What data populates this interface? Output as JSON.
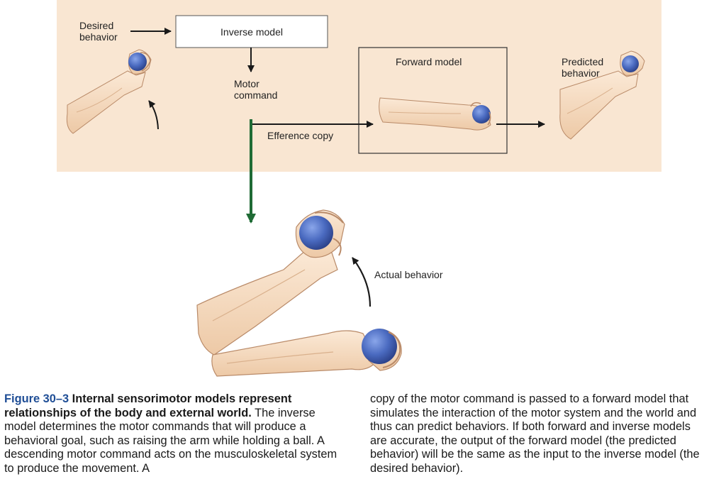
{
  "labels": {
    "desired_behavior": "Desired\nbehavior",
    "inverse_model": "Inverse model",
    "motor_command": "Motor\ncommand",
    "efference_copy": "Efference copy",
    "forward_model": "Forward model",
    "predicted_behavior": "Predicted\nbehavior",
    "actual_behavior": "Actual behavior"
  },
  "caption": {
    "figure_number": "Figure 30–3",
    "title": "Internal sensorimotor models represent relationships of the body and external world.",
    "text_left": "The inverse model determines the motor commands that will produce a behavioral goal, such as raising the arm while holding a ball. A descending motor command acts on the musculoskeletal system to produce the movement. A",
    "text_right": "copy of the motor command is passed to a forward model that simulates the interaction of the motor system and the world and thus can predict behaviors. If both forward and inverse models are accurate, the output of the forward model (the predicted behavior) will be the same as the input to the inverse model (the desired behavior)."
  },
  "colors": {
    "panel_bg": "#f9e6d2",
    "skin": "#f5dcc0",
    "skin_shade": "#e8c3a0",
    "skin_outline": "#b98a68",
    "ball": "#4a6ac0",
    "ball_dark": "#2f4a96",
    "efference_arrow": "#1f6b35",
    "caption_accent": "#1f4e96"
  }
}
